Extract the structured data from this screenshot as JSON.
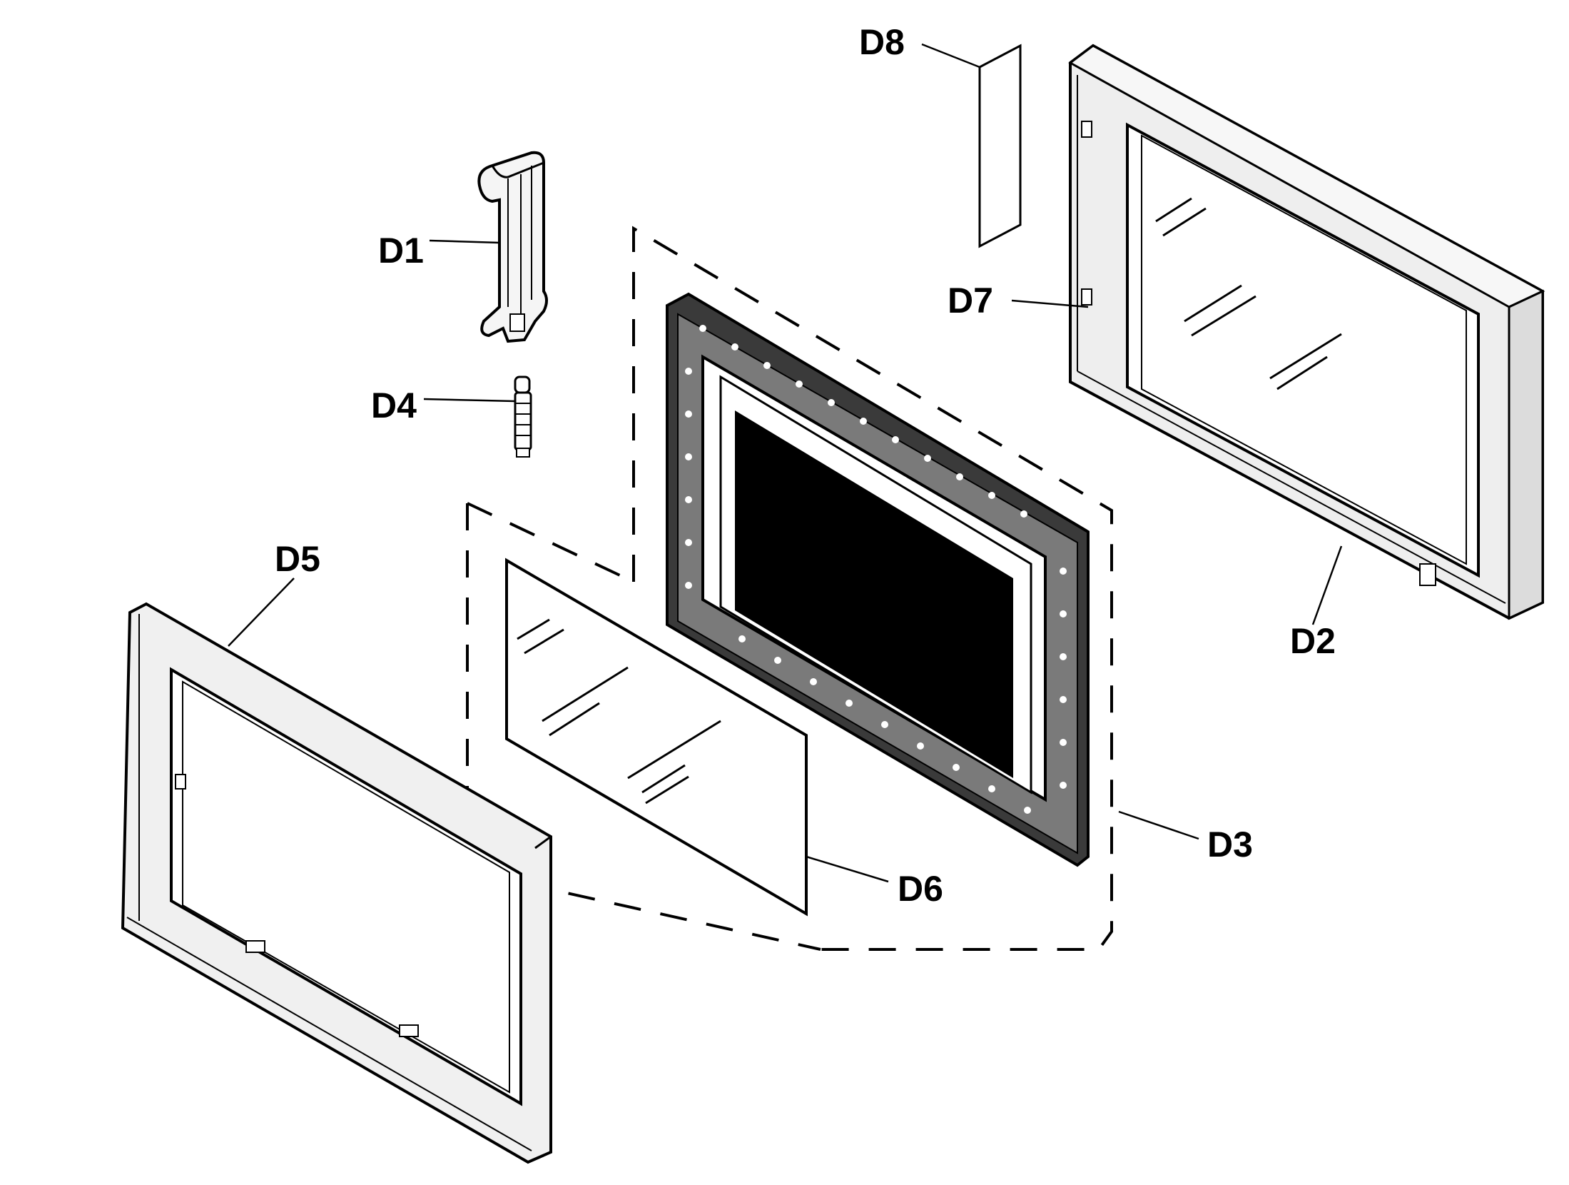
{
  "parts": [
    {
      "id": "D1",
      "label": "D1"
    },
    {
      "id": "D2",
      "label": "D2"
    },
    {
      "id": "D3",
      "label": "D3"
    },
    {
      "id": "D4",
      "label": "D4"
    },
    {
      "id": "D5",
      "label": "D5"
    },
    {
      "id": "D6",
      "label": "D6"
    },
    {
      "id": "D7",
      "label": "D7"
    },
    {
      "id": "D8",
      "label": "D8"
    }
  ],
  "colors": {
    "ink": "#000000",
    "paper": "#ffffff",
    "frame_fill": "#f2f2f2",
    "window_fill": "#000000"
  }
}
